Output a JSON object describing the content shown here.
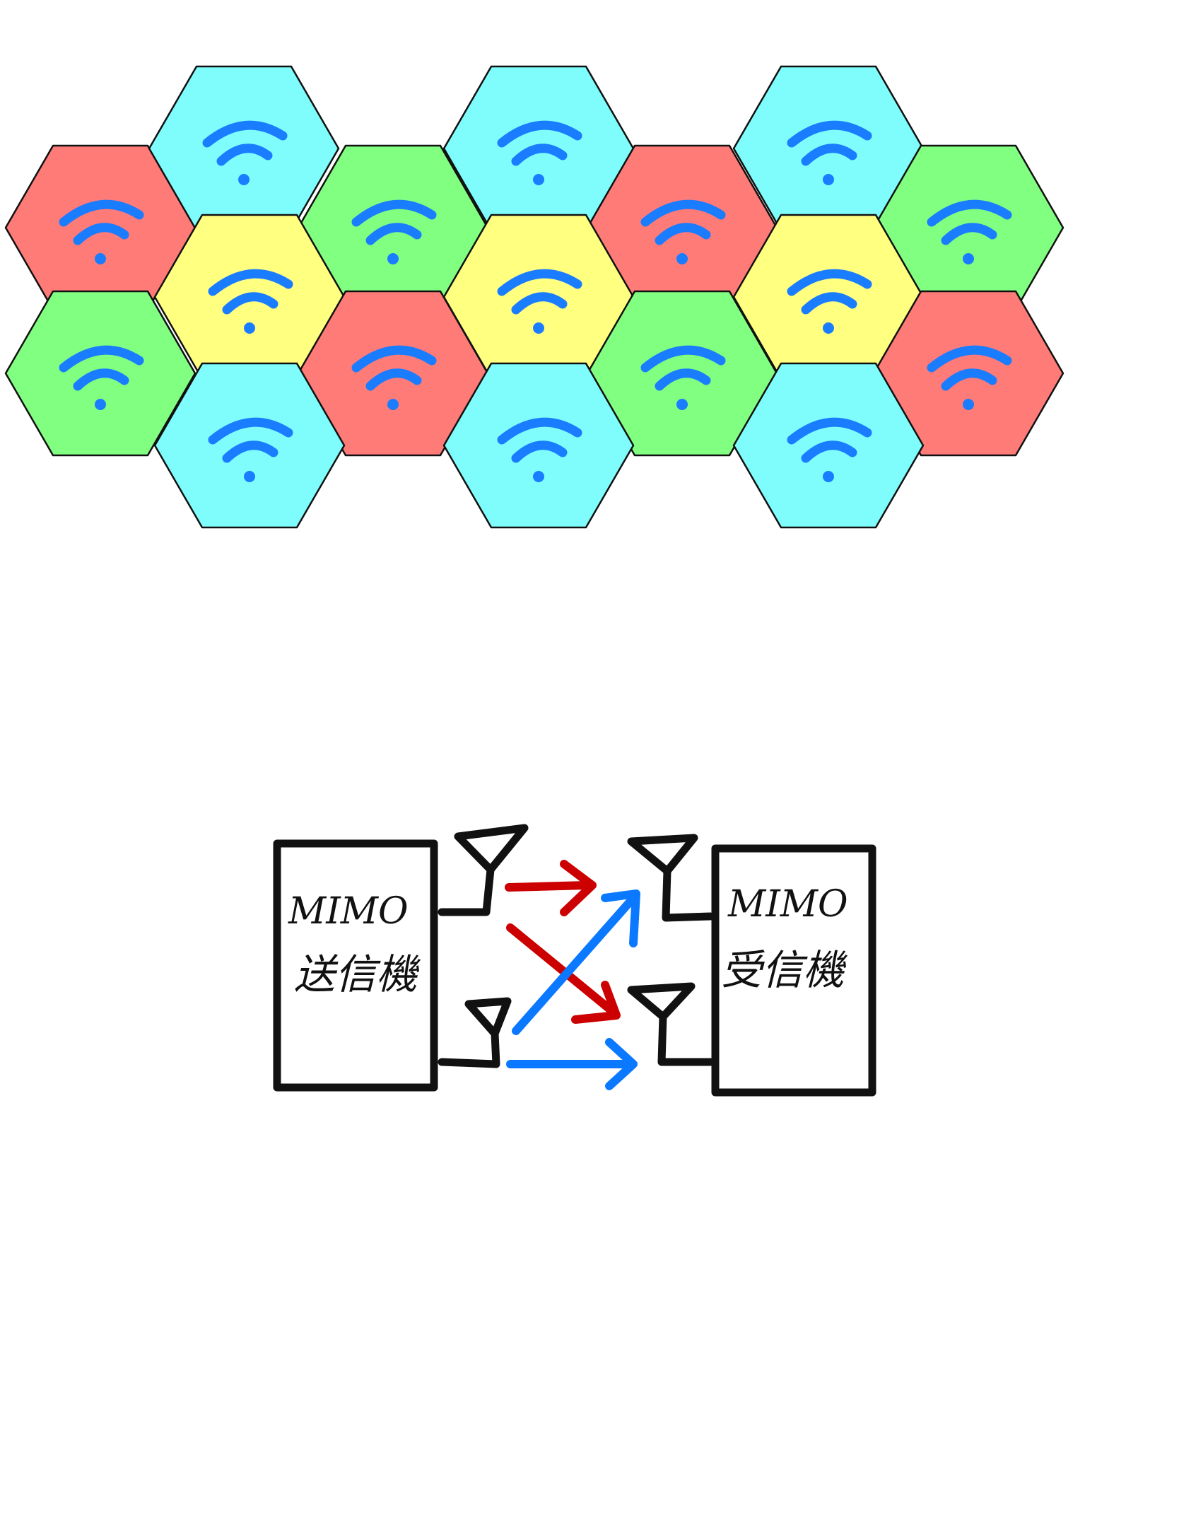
{
  "colors": {
    "red": "#ff7b78",
    "cyan": "#7ffdfd",
    "green": "#80ff80",
    "yellow": "#ffff80",
    "wifi": "#1a7cff",
    "outline": "#111111",
    "arrow_red": "#cc0000",
    "arrow_blue": "#0a78ff"
  },
  "cells": [
    {
      "color": "red",
      "icon": "wifi-icon"
    },
    {
      "color": "cyan",
      "icon": "wifi-icon"
    },
    {
      "color": "green",
      "icon": "wifi-icon"
    },
    {
      "color": "cyan",
      "icon": "wifi-icon"
    },
    {
      "color": "red",
      "icon": "wifi-icon"
    },
    {
      "color": "cyan",
      "icon": "wifi-icon"
    },
    {
      "color": "green",
      "icon": "wifi-icon"
    },
    {
      "color": "yellow",
      "icon": "wifi-icon"
    },
    {
      "color": "yellow",
      "icon": "wifi-icon"
    },
    {
      "color": "yellow",
      "icon": "wifi-icon"
    },
    {
      "color": "green",
      "icon": "wifi-icon"
    },
    {
      "color": "red",
      "icon": "wifi-icon"
    },
    {
      "color": "green",
      "icon": "wifi-icon"
    },
    {
      "color": "red",
      "icon": "wifi-icon"
    },
    {
      "color": "cyan",
      "icon": "wifi-icon"
    },
    {
      "color": "cyan",
      "icon": "wifi-icon"
    },
    {
      "color": "cyan",
      "icon": "wifi-icon"
    }
  ],
  "mimo": {
    "transmitter": {
      "line1": "MIMO",
      "line2": "送信機"
    },
    "receiver": {
      "line1": "MIMO",
      "line2": "受信機"
    }
  }
}
